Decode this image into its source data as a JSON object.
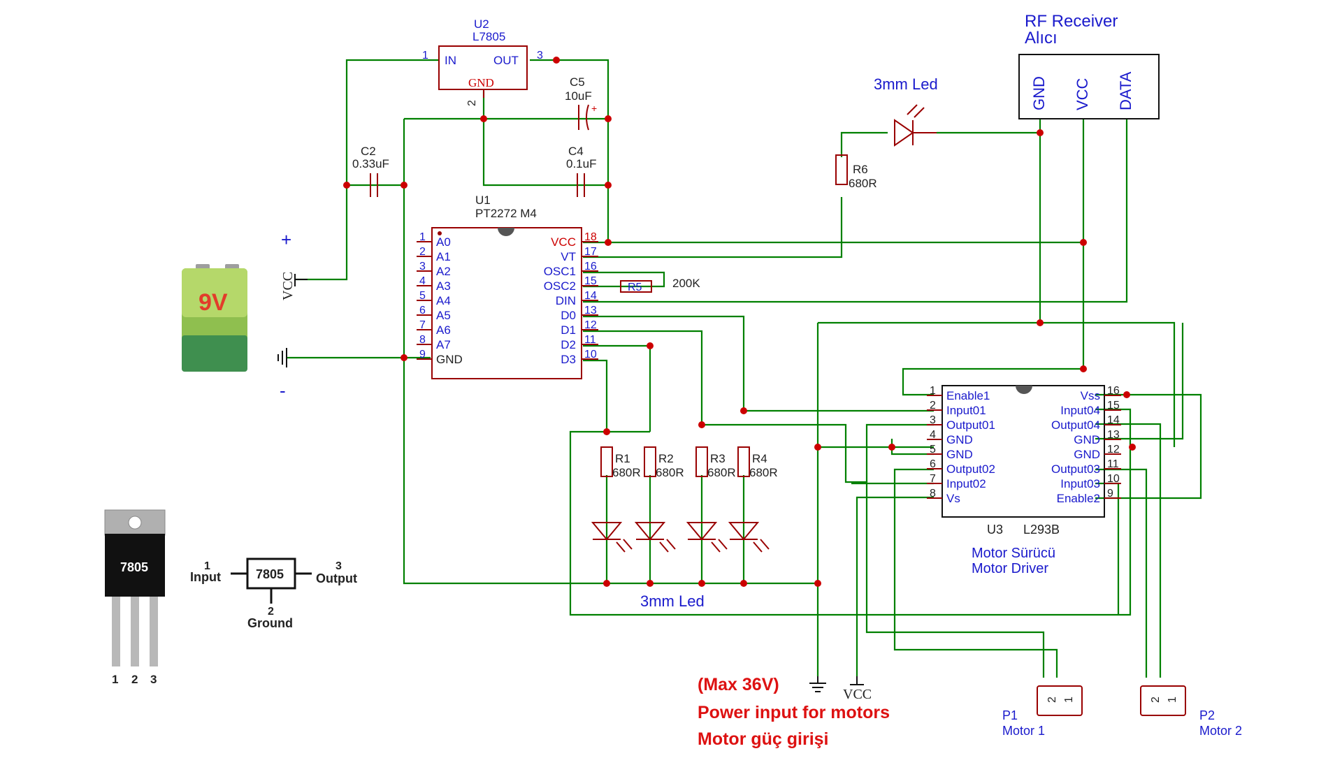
{
  "u2": {
    "ref": "U2",
    "part": "L7805",
    "pin_in": "IN",
    "pin_out": "OUT",
    "pin_gnd": "GND",
    "num_in": "1",
    "num_out": "3",
    "num_gnd": "2"
  },
  "c5": {
    "ref": "C5",
    "value": "10uF"
  },
  "c4": {
    "ref": "C4",
    "value": "0.1uF"
  },
  "c2": {
    "ref": "C2",
    "value": "0.33uF"
  },
  "u1": {
    "ref": "U1",
    "part": "PT2272 M4",
    "left_pins": [
      {
        "num": "1",
        "name": "A0"
      },
      {
        "num": "2",
        "name": "A1"
      },
      {
        "num": "3",
        "name": "A2"
      },
      {
        "num": "4",
        "name": "A3"
      },
      {
        "num": "5",
        "name": "A4"
      },
      {
        "num": "6",
        "name": "A5"
      },
      {
        "num": "7",
        "name": "A6"
      },
      {
        "num": "8",
        "name": "A7"
      },
      {
        "num": "9",
        "name": "GND"
      }
    ],
    "right_pins": [
      {
        "num": "18",
        "name": "VCC"
      },
      {
        "num": "17",
        "name": "VT"
      },
      {
        "num": "16",
        "name": "OSC1"
      },
      {
        "num": "15",
        "name": "OSC2"
      },
      {
        "num": "14",
        "name": "DIN"
      },
      {
        "num": "13",
        "name": "D0"
      },
      {
        "num": "12",
        "name": "D1"
      },
      {
        "num": "11",
        "name": "D2"
      },
      {
        "num": "10",
        "name": "D3"
      }
    ]
  },
  "r5": {
    "ref": "R5",
    "value": "200K"
  },
  "r6": {
    "ref": "R6",
    "value": "680R"
  },
  "led_top": {
    "label": "3mm Led"
  },
  "rf": {
    "title": "RF Receiver",
    "subtitle": "Alıcı",
    "pins": [
      "GND",
      "VCC",
      "DATA"
    ]
  },
  "battery": {
    "label": "9V",
    "plus": "+",
    "minus": "-",
    "vcc": "VCC"
  },
  "leds_bottom": {
    "label": "3mm Led",
    "resistors": [
      {
        "ref": "R1",
        "value": "680R"
      },
      {
        "ref": "R2",
        "value": "680R"
      },
      {
        "ref": "R3",
        "value": "680R"
      },
      {
        "ref": "R4",
        "value": "680R"
      }
    ]
  },
  "u3": {
    "ref": "U3",
    "part": "L293B",
    "title": "Motor Sürücü",
    "subtitle": "Motor Driver",
    "left_pins": [
      {
        "num": "1",
        "name": "Enable1"
      },
      {
        "num": "2",
        "name": "Input01"
      },
      {
        "num": "3",
        "name": "Output01"
      },
      {
        "num": "4",
        "name": "GND"
      },
      {
        "num": "5",
        "name": "GND"
      },
      {
        "num": "6",
        "name": "Output02"
      },
      {
        "num": "7",
        "name": "Input02"
      },
      {
        "num": "8",
        "name": "Vs"
      }
    ],
    "right_pins": [
      {
        "num": "16",
        "name": "Vss"
      },
      {
        "num": "15",
        "name": "Input04"
      },
      {
        "num": "14",
        "name": "Output04"
      },
      {
        "num": "13",
        "name": "GND"
      },
      {
        "num": "12",
        "name": "GND"
      },
      {
        "num": "11",
        "name": "Output03"
      },
      {
        "num": "10",
        "name": "Input03"
      },
      {
        "num": "9",
        "name": "Enable2"
      }
    ]
  },
  "p1": {
    "ref": "P1",
    "label": "Motor 1",
    "pin2": "2",
    "pin1": "1"
  },
  "p2": {
    "ref": "P2",
    "label": "Motor 2",
    "pin2": "2",
    "pin1": "1"
  },
  "power_note": {
    "max": "(Max 36V)",
    "en": "Power input for motors",
    "tr": "Motor güç girişi",
    "vcc": "VCC"
  },
  "reg7805": {
    "body_label": "7805",
    "pins": [
      "1",
      "2",
      "3"
    ],
    "block_label": "7805",
    "in_num": "1",
    "in_label": "Input",
    "out_num": "3",
    "out_label": "Output",
    "gnd_num": "2",
    "gnd_label": "Ground"
  },
  "colors": {
    "wire": "#008000",
    "component": "#990000",
    "label": "#1a1acc",
    "junction": "#cc0000",
    "note": "#dd1111"
  }
}
